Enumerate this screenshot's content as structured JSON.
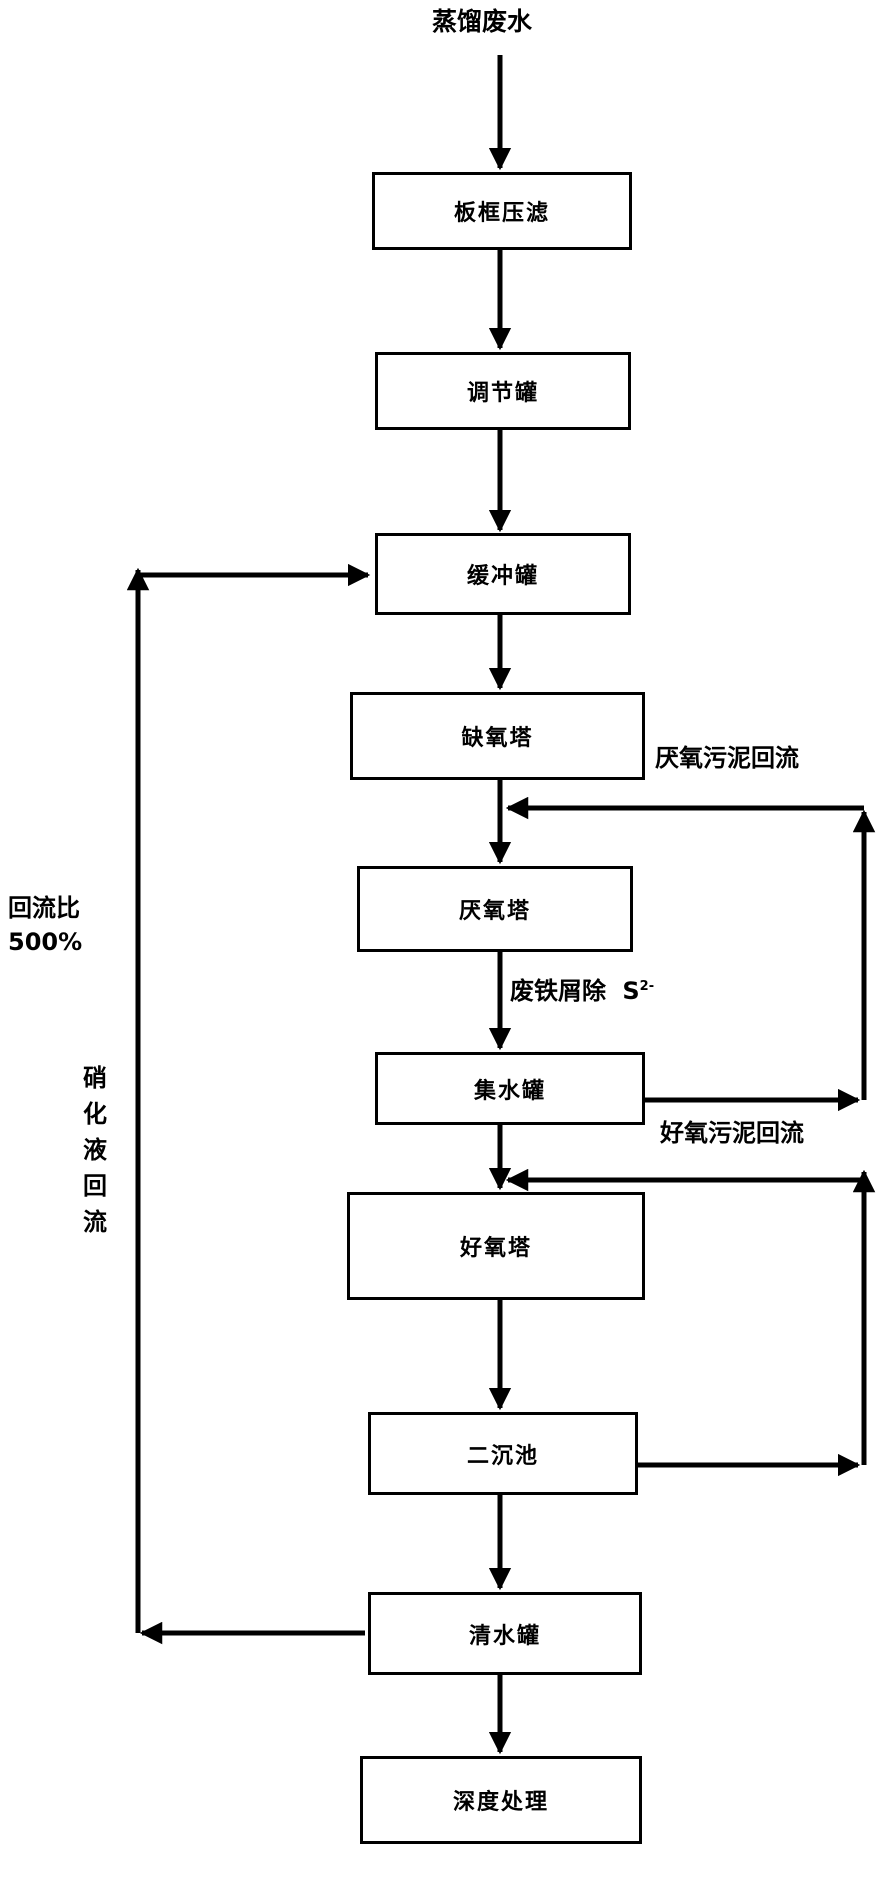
{
  "input_label": "蒸馏废水",
  "steps": [
    {
      "id": "filter",
      "label": "板框压滤"
    },
    {
      "id": "regulating",
      "label": "调节罐"
    },
    {
      "id": "buffer",
      "label": "缓冲罐"
    },
    {
      "id": "anoxic",
      "label": "缺氧塔"
    },
    {
      "id": "anaerobic",
      "label": "厌氧塔"
    },
    {
      "id": "collection",
      "label": "集水罐"
    },
    {
      "id": "aerobic",
      "label": "好氧塔"
    },
    {
      "id": "secondary-clarifier",
      "label": "二沉池"
    },
    {
      "id": "clear-water",
      "label": "清水罐"
    },
    {
      "id": "advanced",
      "label": "深度处理"
    }
  ],
  "annotations": {
    "anaerobic_sludge_return": "厌氧污泥回流",
    "aerobic_sludge_return": "好氧污泥回流",
    "iron_removal": "废铁屑除",
    "sulfide": "S",
    "sulfide_charge": "2-",
    "reflux_ratio_line1": "回流比",
    "reflux_ratio_line2": "500%",
    "nitrified_return": [
      "硝",
      "化",
      "液",
      "回",
      "流"
    ]
  }
}
